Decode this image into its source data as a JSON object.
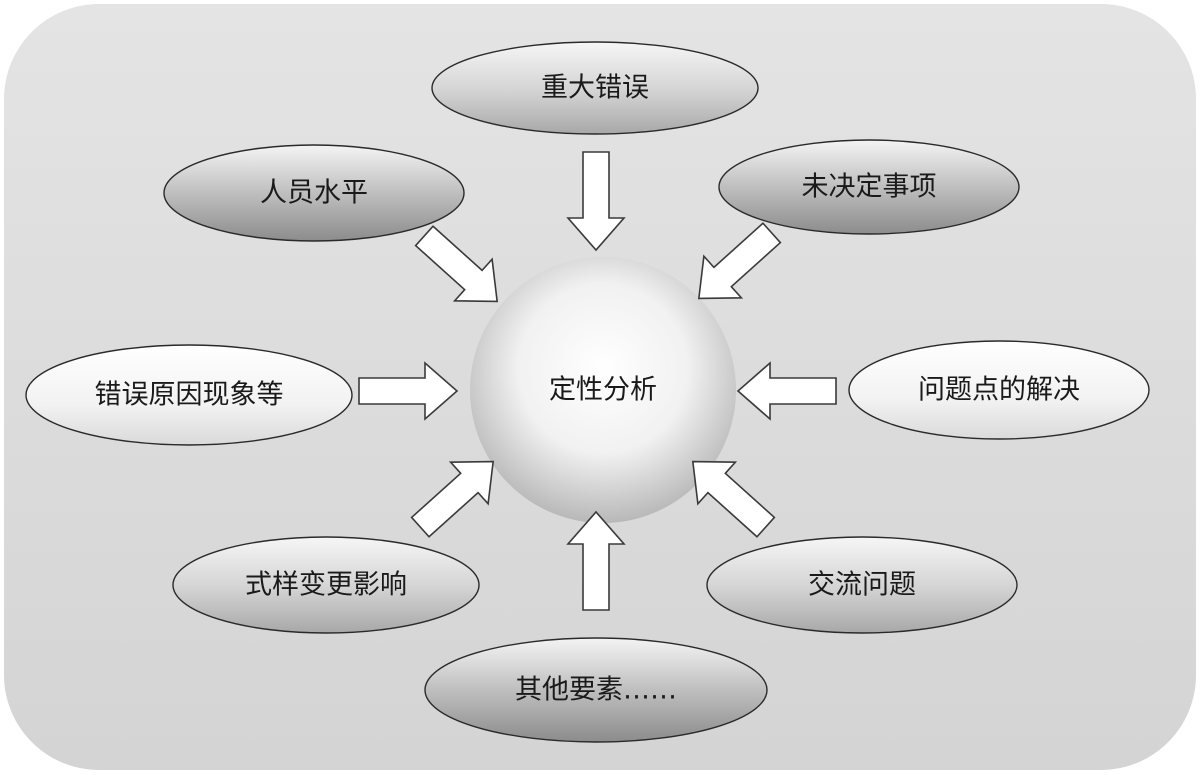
{
  "diagram": {
    "center": {
      "label": "定性分析"
    },
    "nodes": {
      "top": {
        "label": "重大错误"
      },
      "top_left": {
        "label": "人员水平"
      },
      "top_right": {
        "label": "未决定事项"
      },
      "left": {
        "label": "错误原因现象等"
      },
      "right": {
        "label": "问题点的解决"
      },
      "bottom_left": {
        "label": "式样变更影响"
      },
      "bottom_right": {
        "label": "交流问题"
      },
      "bottom": {
        "label": "其他要素……"
      }
    },
    "colors": {
      "panel": "#dcdcdc",
      "dark_node": "#9a9a9a",
      "light_node": "#f2f2f2",
      "outline": "#2a2a2a"
    }
  }
}
